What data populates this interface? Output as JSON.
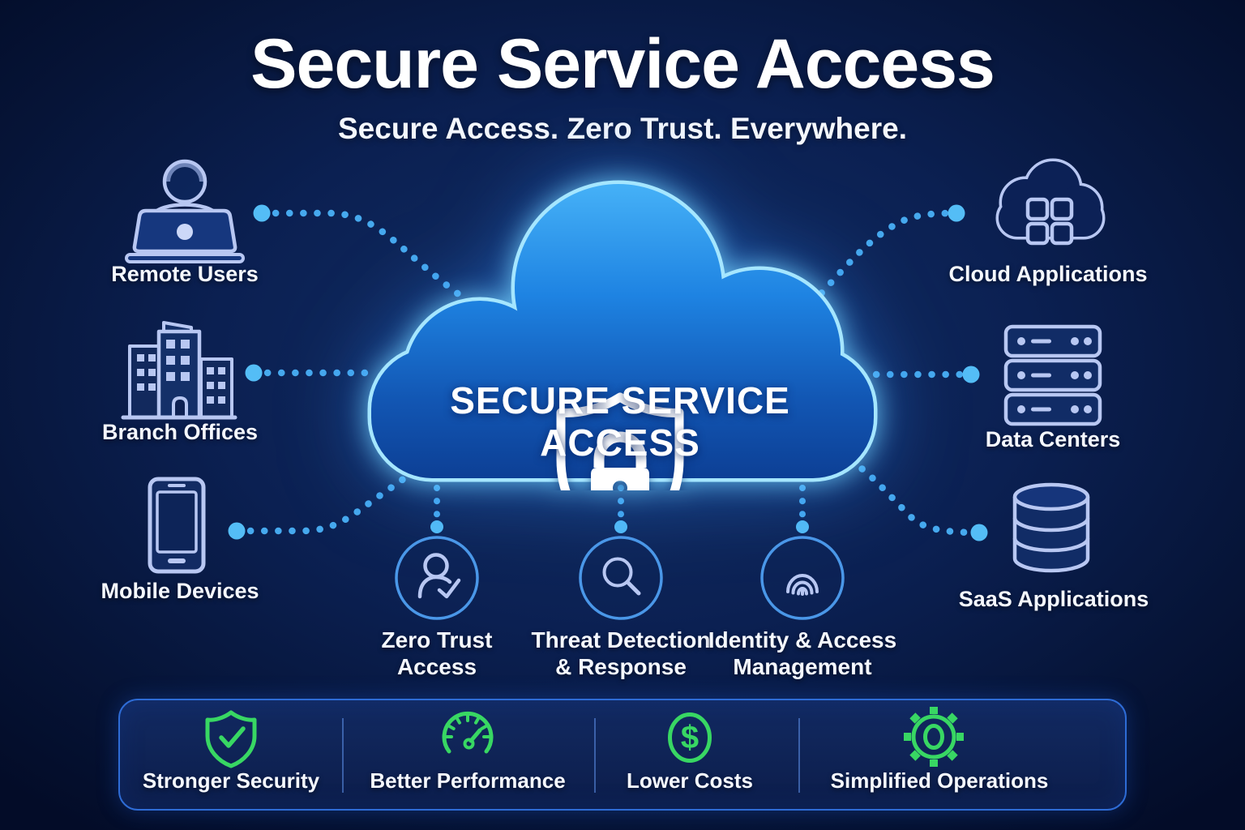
{
  "page": {
    "title": "Secure Service Access",
    "subtitle": "Secure Access. Zero Trust. Everywhere."
  },
  "cloud": {
    "line1": "SECURE SERVICE",
    "line2": "ACCESS"
  },
  "sources": [
    {
      "label": "Remote Users",
      "icon": "remote-user-icon"
    },
    {
      "label": "Branch Offices",
      "icon": "branch-office-icon"
    },
    {
      "label": "Mobile Devices",
      "icon": "mobile-device-icon"
    }
  ],
  "destinations": [
    {
      "label": "Cloud Applications",
      "icon": "cloud-apps-icon"
    },
    {
      "label": "Data Centers",
      "icon": "data-center-icon"
    },
    {
      "label": "SaaS Applications",
      "icon": "saas-database-icon"
    }
  ],
  "capabilities": [
    {
      "line1": "Zero Trust",
      "line2": "Access",
      "icon": "user-check-icon"
    },
    {
      "line1": "Threat Detection",
      "line2": "& Response",
      "icon": "magnifier-icon"
    },
    {
      "line1": "Identity & Access",
      "line2": "Management",
      "icon": "fingerprint-icon"
    }
  ],
  "benefits": [
    {
      "label": "Stronger Security",
      "icon": "shield-check-icon"
    },
    {
      "label": "Better Performance",
      "icon": "speedometer-icon"
    },
    {
      "label": "Lower Costs",
      "icon": "dollar-icon",
      "glyph": "$"
    },
    {
      "label": "Simplified Operations",
      "icon": "gear-icon"
    }
  ],
  "colors": {
    "background": "#0b2052",
    "cloud_top": "#47b3f8",
    "cloud_bottom": "#0c3d92",
    "cloud_glow": "#a5e6ff",
    "connector_dot": "#46a9ee",
    "benefit_green": "#38d763",
    "icon_stroke": "#b8c7f2",
    "circle_ring": "#4a97e8",
    "bar_border": "#2e6cd6"
  }
}
